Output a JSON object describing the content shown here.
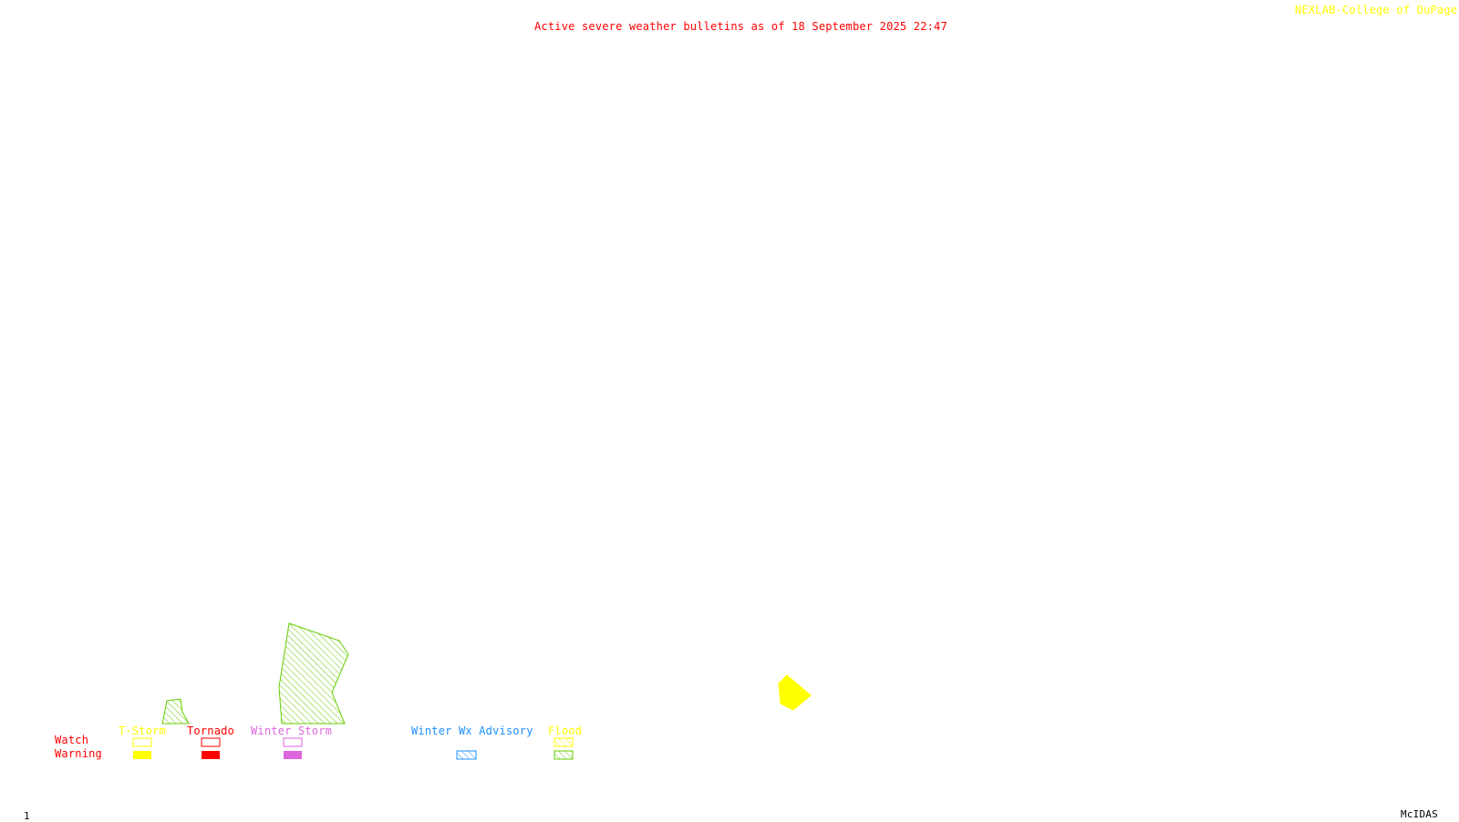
{
  "header": {
    "title": "Active severe weather bulletins as of 18 September 2025 22:47",
    "credit": "NEXLAB-College of DuPage R"
  },
  "legend": {
    "rows": {
      "watch": "Watch",
      "warning": "Warning"
    },
    "categories": [
      {
        "key": "tstorm",
        "label": "T-Storm",
        "color": "#ffff00",
        "watch_style": "outline",
        "warning_style": "solid"
      },
      {
        "key": "tornado",
        "label": "Tornado",
        "color": "#ff0000",
        "watch_style": "outline",
        "warning_style": "solid"
      },
      {
        "key": "winter_storm",
        "label": "Winter Storm",
        "color": "#dd66dd",
        "watch_style": "outline",
        "warning_style": "solid"
      },
      {
        "key": "winter_wx_advisory",
        "label": "Winter Wx Advisory",
        "color": "#1e90ff",
        "warning_style": "hatched"
      },
      {
        "key": "flood",
        "label": "Flood",
        "color": "#ffff00",
        "warning_color": "#66cc00",
        "watch_style": "hatched",
        "warning_style": "hatched"
      }
    ]
  },
  "bulletin_areas": [
    {
      "type": "flood-warning",
      "color": "#66cc00",
      "fill": "hatched"
    },
    {
      "type": "flood-warning",
      "color": "#66cc00",
      "fill": "hatched"
    },
    {
      "type": "tstorm-warning",
      "color": "#ffff00",
      "fill": "solid"
    }
  ],
  "footer": {
    "frame_number": "1",
    "brand": "McIDAS"
  }
}
